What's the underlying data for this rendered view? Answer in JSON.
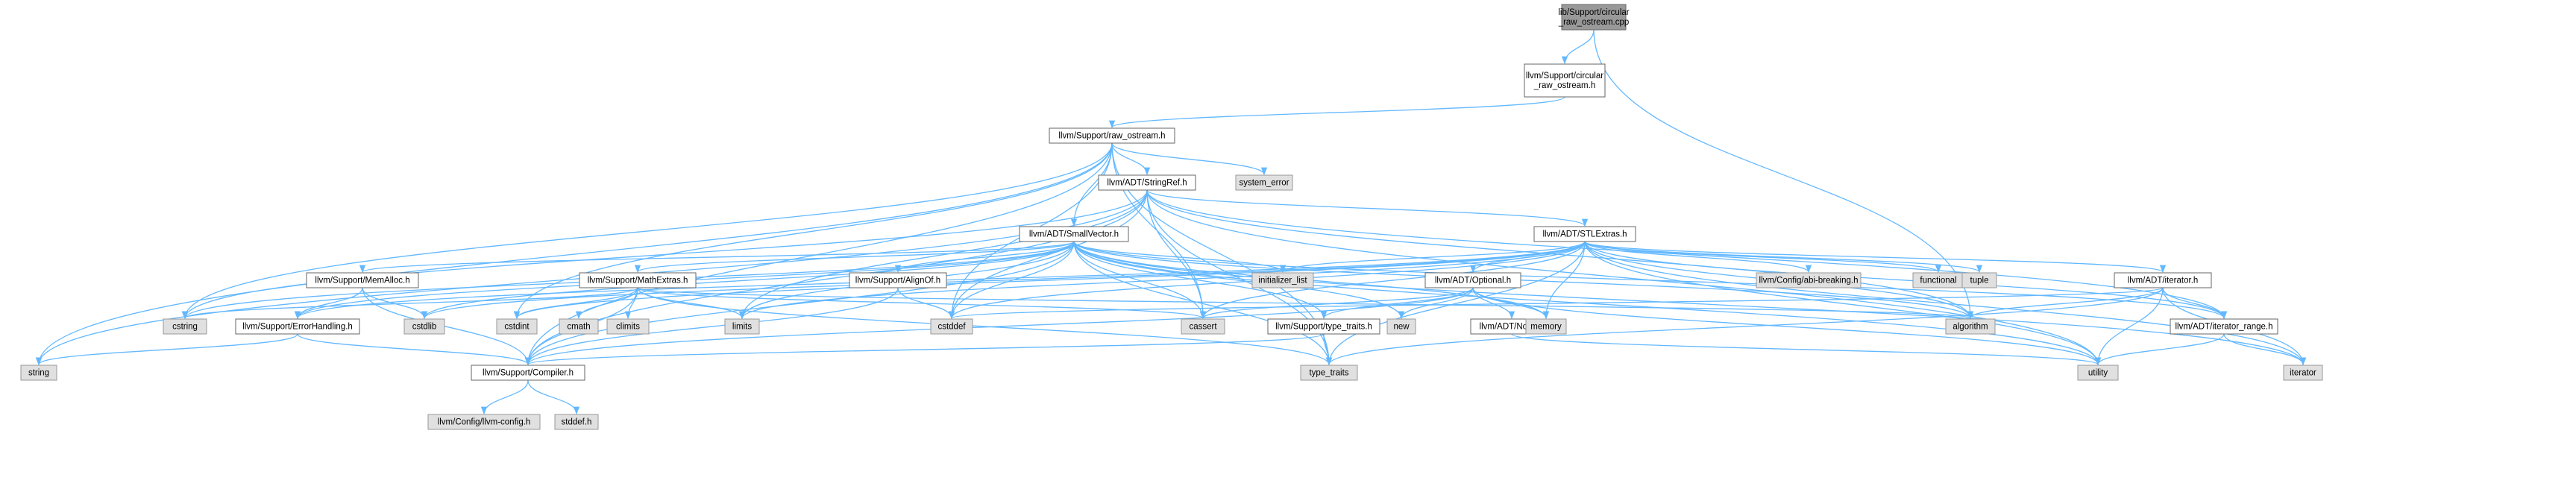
{
  "colors": {
    "edge": "#63b8ff",
    "root_fill": "#999999",
    "root_stroke": "#666666",
    "header_fill": "#ffffff",
    "header_stroke": "#666666",
    "system_fill": "#e0e0e0",
    "system_stroke": "#999999"
  },
  "nodes": [
    {
      "id": "root",
      "kind": "root",
      "lines": [
        "lib/Support/circular",
        "_raw_ostream.cpp"
      ]
    },
    {
      "id": "circ_h",
      "kind": "header",
      "lines": [
        "llvm/Support/circular",
        "_raw_ostream.h"
      ]
    },
    {
      "id": "raw_ostream",
      "kind": "header",
      "lines": [
        "llvm/Support/raw_ostream.h"
      ]
    },
    {
      "id": "stringref",
      "kind": "header",
      "lines": [
        "llvm/ADT/StringRef.h"
      ]
    },
    {
      "id": "system_error",
      "kind": "system",
      "lines": [
        "system_error"
      ]
    },
    {
      "id": "smallvector",
      "kind": "header",
      "lines": [
        "llvm/ADT/SmallVector.h"
      ]
    },
    {
      "id": "stlextras",
      "kind": "header",
      "lines": [
        "llvm/ADT/STLExtras.h"
      ]
    },
    {
      "id": "memalloc",
      "kind": "header",
      "lines": [
        "llvm/Support/MemAlloc.h"
      ]
    },
    {
      "id": "mathextras",
      "kind": "header",
      "lines": [
        "llvm/Support/MathExtras.h"
      ]
    },
    {
      "id": "alignof",
      "kind": "header",
      "lines": [
        "llvm/Support/AlignOf.h"
      ]
    },
    {
      "id": "initializer_list",
      "kind": "system",
      "lines": [
        "initializer_list"
      ]
    },
    {
      "id": "optional",
      "kind": "header",
      "lines": [
        "llvm/ADT/Optional.h"
      ]
    },
    {
      "id": "abi_breaking",
      "kind": "system",
      "lines": [
        "llvm/Config/abi-breaking.h"
      ]
    },
    {
      "id": "functional",
      "kind": "system",
      "lines": [
        "functional"
      ]
    },
    {
      "id": "tuple",
      "kind": "system",
      "lines": [
        "tuple"
      ]
    },
    {
      "id": "iterator_h",
      "kind": "header",
      "lines": [
        "llvm/ADT/iterator.h"
      ]
    },
    {
      "id": "errorhandling",
      "kind": "header",
      "lines": [
        "llvm/Support/ErrorHandling.h"
      ]
    },
    {
      "id": "cstring",
      "kind": "system",
      "lines": [
        "cstring"
      ]
    },
    {
      "id": "cstdlib",
      "kind": "system",
      "lines": [
        "cstdlib"
      ]
    },
    {
      "id": "cstdint",
      "kind": "system",
      "lines": [
        "cstdint"
      ]
    },
    {
      "id": "cmath",
      "kind": "system",
      "lines": [
        "cmath"
      ]
    },
    {
      "id": "climits",
      "kind": "system",
      "lines": [
        "climits"
      ]
    },
    {
      "id": "limits",
      "kind": "system",
      "lines": [
        "limits"
      ]
    },
    {
      "id": "cstddef",
      "kind": "system",
      "lines": [
        "cstddef"
      ]
    },
    {
      "id": "cassert",
      "kind": "system",
      "lines": [
        "cassert"
      ]
    },
    {
      "id": "new",
      "kind": "system",
      "lines": [
        "new"
      ]
    },
    {
      "id": "type_traits_h",
      "kind": "header",
      "lines": [
        "llvm/Support/type_traits.h"
      ]
    },
    {
      "id": "none_h",
      "kind": "header",
      "lines": [
        "llvm/ADT/None.h"
      ]
    },
    {
      "id": "memory",
      "kind": "system",
      "lines": [
        "memory"
      ]
    },
    {
      "id": "algorithm",
      "kind": "system",
      "lines": [
        "algorithm"
      ]
    },
    {
      "id": "iterator_range",
      "kind": "header",
      "lines": [
        "llvm/ADT/iterator_range.h"
      ]
    },
    {
      "id": "string",
      "kind": "system",
      "lines": [
        "string"
      ]
    },
    {
      "id": "compiler",
      "kind": "header",
      "lines": [
        "llvm/Support/Compiler.h"
      ]
    },
    {
      "id": "type_traits",
      "kind": "system",
      "lines": [
        "type_traits"
      ]
    },
    {
      "id": "utility",
      "kind": "system",
      "lines": [
        "utility"
      ]
    },
    {
      "id": "iterator",
      "kind": "system",
      "lines": [
        "iterator"
      ]
    },
    {
      "id": "llvm_config",
      "kind": "system",
      "lines": [
        "llvm/Config/llvm-config.h"
      ]
    },
    {
      "id": "stddef_h",
      "kind": "system",
      "lines": [
        "stddef.h"
      ]
    }
  ],
  "edges": [
    [
      "root",
      "circ_h"
    ],
    [
      "root",
      "algorithm"
    ],
    [
      "circ_h",
      "raw_ostream"
    ],
    [
      "raw_ostream",
      "stringref"
    ],
    [
      "raw_ostream",
      "smallvector"
    ],
    [
      "raw_ostream",
      "system_error"
    ],
    [
      "raw_ostream",
      "cassert"
    ],
    [
      "raw_ostream",
      "cstddef"
    ],
    [
      "raw_ostream",
      "cstdint"
    ],
    [
      "raw_ostream",
      "cstring"
    ],
    [
      "raw_ostream",
      "string"
    ],
    [
      "raw_ostream",
      "type_traits"
    ],
    [
      "raw_ostream",
      "compiler"
    ],
    [
      "stringref",
      "stlextras"
    ],
    [
      "stringref",
      "compiler"
    ],
    [
      "stringref",
      "algorithm"
    ],
    [
      "stringref",
      "cassert"
    ],
    [
      "stringref",
      "cstddef"
    ],
    [
      "stringref",
      "cstring"
    ],
    [
      "stringref",
      "limits"
    ],
    [
      "stringref",
      "string"
    ],
    [
      "stringref",
      "type_traits"
    ],
    [
      "stringref",
      "utility"
    ],
    [
      "stringref",
      "iterator_range"
    ],
    [
      "smallvector",
      "iterator_range"
    ],
    [
      "smallvector",
      "alignof"
    ],
    [
      "smallvector",
      "compiler"
    ],
    [
      "smallvector",
      "mathextras"
    ],
    [
      "smallvector",
      "memalloc"
    ],
    [
      "smallvector",
      "type_traits_h"
    ],
    [
      "smallvector",
      "errorhandling"
    ],
    [
      "smallvector",
      "algorithm"
    ],
    [
      "smallvector",
      "cassert"
    ],
    [
      "smallvector",
      "cstddef"
    ],
    [
      "smallvector",
      "cstdlib"
    ],
    [
      "smallvector",
      "cstring"
    ],
    [
      "smallvector",
      "initializer_list"
    ],
    [
      "smallvector",
      "iterator"
    ],
    [
      "smallvector",
      "limits"
    ],
    [
      "smallvector",
      "memory"
    ],
    [
      "smallvector",
      "new"
    ],
    [
      "smallvector",
      "type_traits"
    ],
    [
      "smallvector",
      "utility"
    ],
    [
      "stlextras",
      "optional"
    ],
    [
      "stlextras",
      "iterator_h"
    ],
    [
      "stlextras",
      "iterator_range"
    ],
    [
      "stlextras",
      "abi_breaking"
    ],
    [
      "stlextras",
      "errorhandling"
    ],
    [
      "stlextras",
      "algorithm"
    ],
    [
      "stlextras",
      "cassert"
    ],
    [
      "stlextras",
      "cstddef"
    ],
    [
      "stlextras",
      "cstdint"
    ],
    [
      "stlextras",
      "cstdlib"
    ],
    [
      "stlextras",
      "functional"
    ],
    [
      "stlextras",
      "initializer_list"
    ],
    [
      "stlextras",
      "iterator"
    ],
    [
      "stlextras",
      "limits"
    ],
    [
      "stlextras",
      "memory"
    ],
    [
      "stlextras",
      "tuple"
    ],
    [
      "stlextras",
      "type_traits"
    ],
    [
      "stlextras",
      "utility"
    ],
    [
      "memalloc",
      "compiler"
    ],
    [
      "memalloc",
      "errorhandling"
    ],
    [
      "memalloc",
      "cstdlib"
    ],
    [
      "mathextras",
      "compiler"
    ],
    [
      "mathextras",
      "cassert"
    ],
    [
      "mathextras",
      "climits"
    ],
    [
      "mathextras",
      "cmath"
    ],
    [
      "mathextras",
      "cstdint"
    ],
    [
      "mathextras",
      "cstring"
    ],
    [
      "mathextras",
      "limits"
    ],
    [
      "mathextras",
      "type_traits"
    ],
    [
      "mathextras",
      "algorithm"
    ],
    [
      "alignof",
      "compiler"
    ],
    [
      "alignof",
      "cstddef"
    ],
    [
      "optional",
      "none_h"
    ],
    [
      "optional",
      "compiler"
    ],
    [
      "optional",
      "type_traits_h"
    ],
    [
      "optional",
      "cassert"
    ],
    [
      "optional",
      "memory"
    ],
    [
      "optional",
      "new"
    ],
    [
      "optional",
      "utility"
    ],
    [
      "iterator_h",
      "iterator_range"
    ],
    [
      "iterator_h",
      "algorithm"
    ],
    [
      "iterator_h",
      "cstddef"
    ],
    [
      "iterator_h",
      "iterator"
    ],
    [
      "iterator_h",
      "type_traits"
    ],
    [
      "iterator_h",
      "utility"
    ],
    [
      "errorhandling",
      "compiler"
    ],
    [
      "errorhandling",
      "string"
    ],
    [
      "type_traits_h",
      "compiler"
    ],
    [
      "type_traits_h",
      "type_traits"
    ],
    [
      "none_h",
      "utility"
    ],
    [
      "iterator_range",
      "iterator"
    ],
    [
      "iterator_range",
      "utility"
    ],
    [
      "compiler",
      "llvm_config"
    ],
    [
      "compiler",
      "stddef_h"
    ]
  ]
}
